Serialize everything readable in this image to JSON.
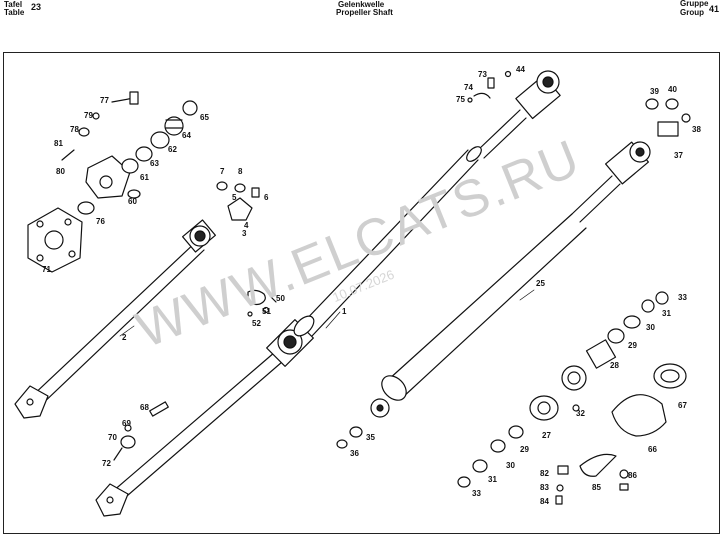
{
  "header": {
    "tafel_label": "Tafel",
    "table_label": "Table",
    "table_number": "23",
    "title_de": "Gelenkwelle",
    "title_en": "Propeller Shaft",
    "gruppe_label": "Gruppe",
    "group_label": "Group",
    "group_number": "41"
  },
  "watermark": {
    "text": "WWW.ELCATS.RU",
    "date": "10.07.2026"
  },
  "callouts": [
    "1",
    "2",
    "3",
    "4",
    "5",
    "6",
    "7",
    "8",
    "25",
    "27",
    "28",
    "29",
    "29",
    "30",
    "30",
    "31",
    "31",
    "32",
    "33",
    "33",
    "35",
    "36",
    "37",
    "38",
    "39",
    "40",
    "44",
    "50",
    "51",
    "52",
    "60",
    "61",
    "62",
    "63",
    "64",
    "65",
    "66",
    "67",
    "68",
    "69",
    "70",
    "71",
    "72",
    "73",
    "74",
    "75",
    "76",
    "77",
    "78",
    "79",
    "80",
    "81",
    "82",
    "83",
    "84",
    "85",
    "86"
  ]
}
